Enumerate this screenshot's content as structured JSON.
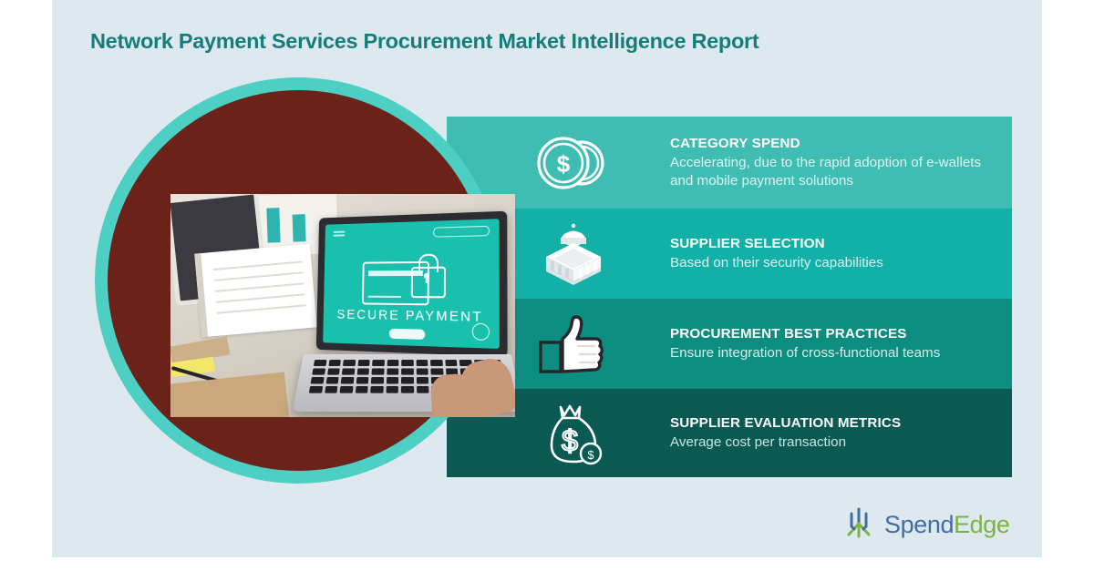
{
  "report": {
    "title": "Network Payment Services Procurement Market Intelligence Report",
    "title_color": "#157e7a",
    "background_color": "#dee9ef"
  },
  "hero": {
    "ring_color": "#4dcfc4",
    "fill_color": "#6b2218",
    "photo_caption": "SECURE PAYMENT",
    "photo_description": "laptop-on-desk-secure-payment-screen"
  },
  "rows": [
    {
      "heading": "CATEGORY SPEND",
      "description": "Accelerating, due to the rapid adoption of e-wallets and mobile payment solutions",
      "icon": "coins-dollar-icon",
      "color": "#3fbdb3"
    },
    {
      "heading": "SUPPLIER SELECTION",
      "description": "Based on their security capabilities",
      "icon": "bank-building-icon",
      "color": "#12b0a6"
    },
    {
      "heading": "PROCUREMENT BEST PRACTICES",
      "description": "Ensure integration of cross-functional teams",
      "icon": "thumbs-up-icon",
      "color": "#0d8c80"
    },
    {
      "heading": "SUPPLIER EVALUATION METRICS",
      "description": "Average cost per transaction",
      "icon": "money-bag-icon",
      "color": "#0a5952"
    }
  ],
  "logo": {
    "part1": "Spend",
    "part2": "Edge",
    "mark": "spendedge-trident-icon",
    "part1_color": "#3f6fa0",
    "part2_color": "#7db343"
  }
}
